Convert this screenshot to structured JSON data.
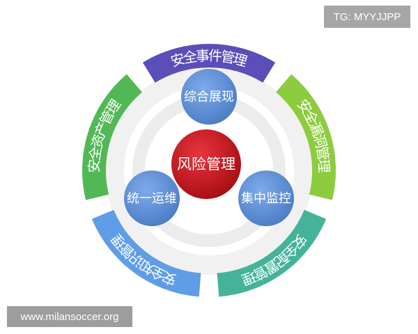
{
  "watermark_top": "TG: MYYJJPP",
  "watermark_bottom": "www.milansoccer.org",
  "center": {
    "label": "风险管理",
    "color": "#c8141b"
  },
  "nodes": [
    {
      "label": "综合展现"
    },
    {
      "label": "统一运维"
    },
    {
      "label": "集中监控"
    }
  ],
  "node_color": "#5b8fd6",
  "segments": [
    {
      "label": "安全事件管理",
      "color": "#5a4fb8"
    },
    {
      "label": "安全漏洞管理",
      "color": "#8ccc3e"
    },
    {
      "label": "安全配置管理",
      "color": "#45b39a"
    },
    {
      "label": "安全知识管理",
      "color": "#5f9ee6"
    },
    {
      "label": "安全资产管理",
      "color": "#52b856"
    }
  ]
}
